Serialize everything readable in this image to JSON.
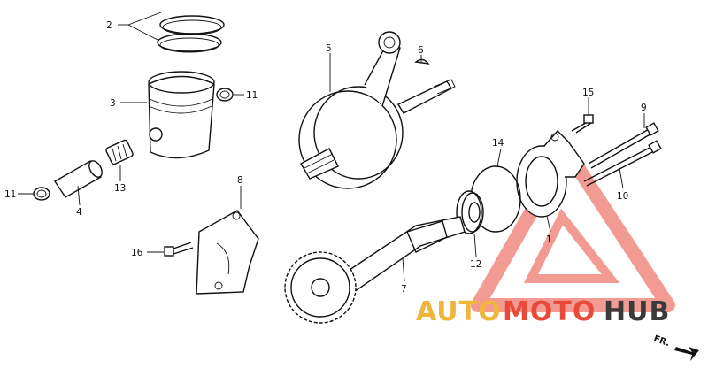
{
  "part_labels": {
    "p1": "1",
    "p2": "2",
    "p3": "3",
    "p4": "4",
    "p5": "5",
    "p6": "6",
    "p7": "7",
    "p8": "8",
    "p9": "9",
    "p10": "10",
    "p11a": "11",
    "p11b": "11",
    "p12": "12",
    "p13": "13",
    "p14": "14",
    "p15": "15",
    "p16": "16"
  },
  "watermark": {
    "word_a": "AUTO",
    "word_b": "MOTO",
    "word_c": "HUB",
    "color_a": "#f0b53a",
    "color_b": "#e84a3a",
    "color_c": "#3a3a3a"
  },
  "direction_label": "FR."
}
